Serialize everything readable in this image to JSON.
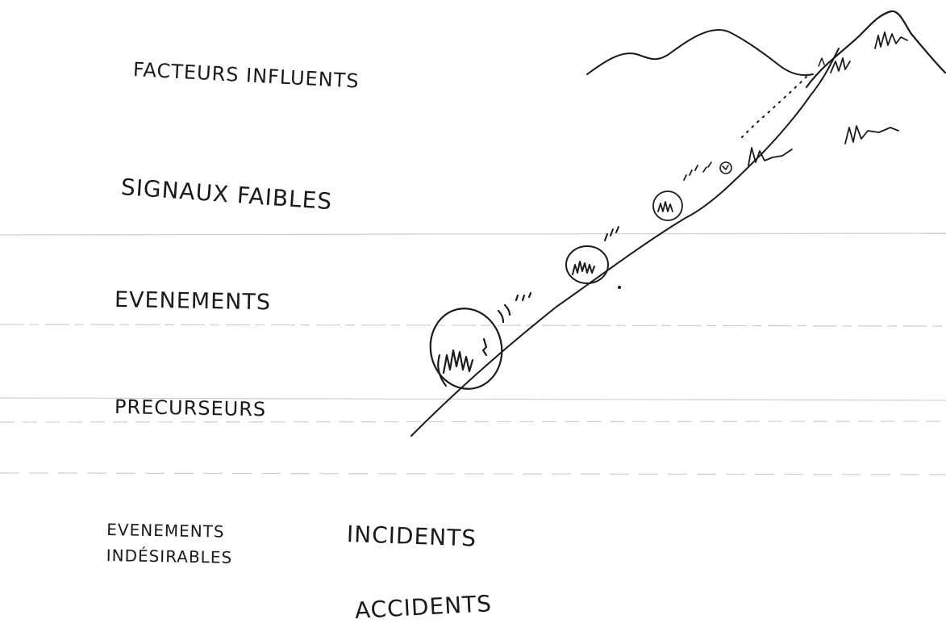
{
  "labels": {
    "factors": "FACTEURS INFLUENTS",
    "weak_signals": "SIGNAUX FAIBLES",
    "events": "EVENEMENTS",
    "precursors": "PRECURSEURS",
    "undesired_line1": "EVENEMENTS",
    "undesired_line2": "INDÉSIRABLES",
    "incidents": "INCIDENTS",
    "accidents": "ACCIDENTS"
  },
  "colors": {
    "ink": "#1a1a1a",
    "paper": "#ffffff",
    "scan_line": "#cfcfcf"
  },
  "illustration": "boulders rolling down a mountain slope, growing larger at the bottom"
}
